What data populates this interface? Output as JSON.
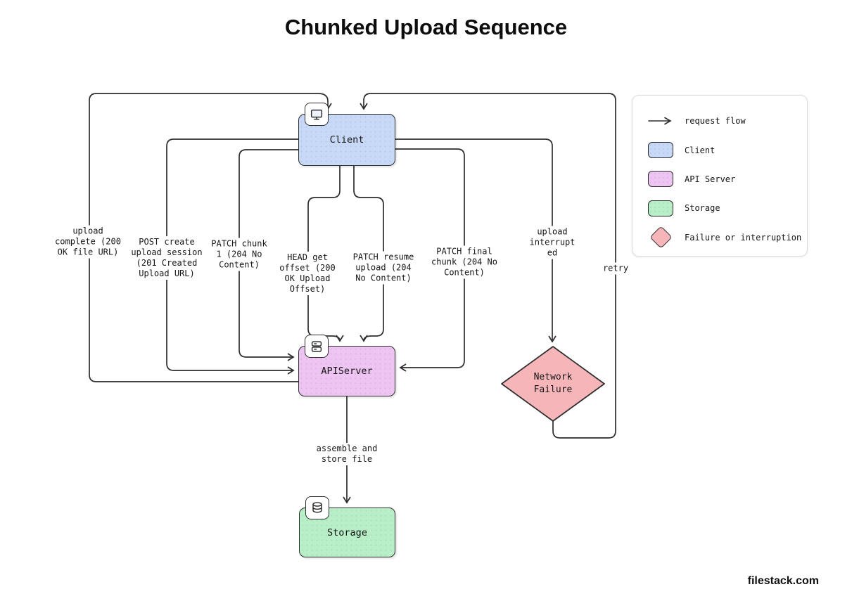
{
  "title": "Chunked Upload Sequence",
  "watermark": "filestack.com",
  "colors": {
    "client": "#c7d9f7",
    "api_server": "#eec4f3",
    "storage": "#b8efc8",
    "failure": "#f6b5b9",
    "stroke": "#2d2d2d"
  },
  "nodes": {
    "client": {
      "label": "Client"
    },
    "api_server": {
      "label": "APIServer"
    },
    "storage": {
      "label": "Storage"
    },
    "network_failure": {
      "label": "Network\nFailure"
    }
  },
  "edges": {
    "post_create": "POST create\nupload session\n(201 Created\nUpload URL)",
    "patch_chunk1": "PATCH chunk\n1 (204 No\nContent)",
    "upload_complete": "upload\ncomplete (200\nOK file URL)",
    "head_get_offset": "HEAD get\noffset (200\nOK Upload\nOffset)",
    "patch_resume": "PATCH resume\nupload (204\nNo Content)",
    "patch_final": "PATCH final\nchunk (204 No\nContent)",
    "upload_interrupted": "upload\ninterrupt\ned",
    "retry": "retry",
    "assemble": "assemble and\nstore file"
  },
  "legend": {
    "items": [
      {
        "icon": "arrow",
        "label": "request flow"
      },
      {
        "icon": "client-swatch",
        "label": "Client"
      },
      {
        "icon": "api-server-swatch",
        "label": "API Server"
      },
      {
        "icon": "storage-swatch",
        "label": "Storage"
      },
      {
        "icon": "failure-swatch",
        "label": "Failure or interruption"
      }
    ]
  }
}
